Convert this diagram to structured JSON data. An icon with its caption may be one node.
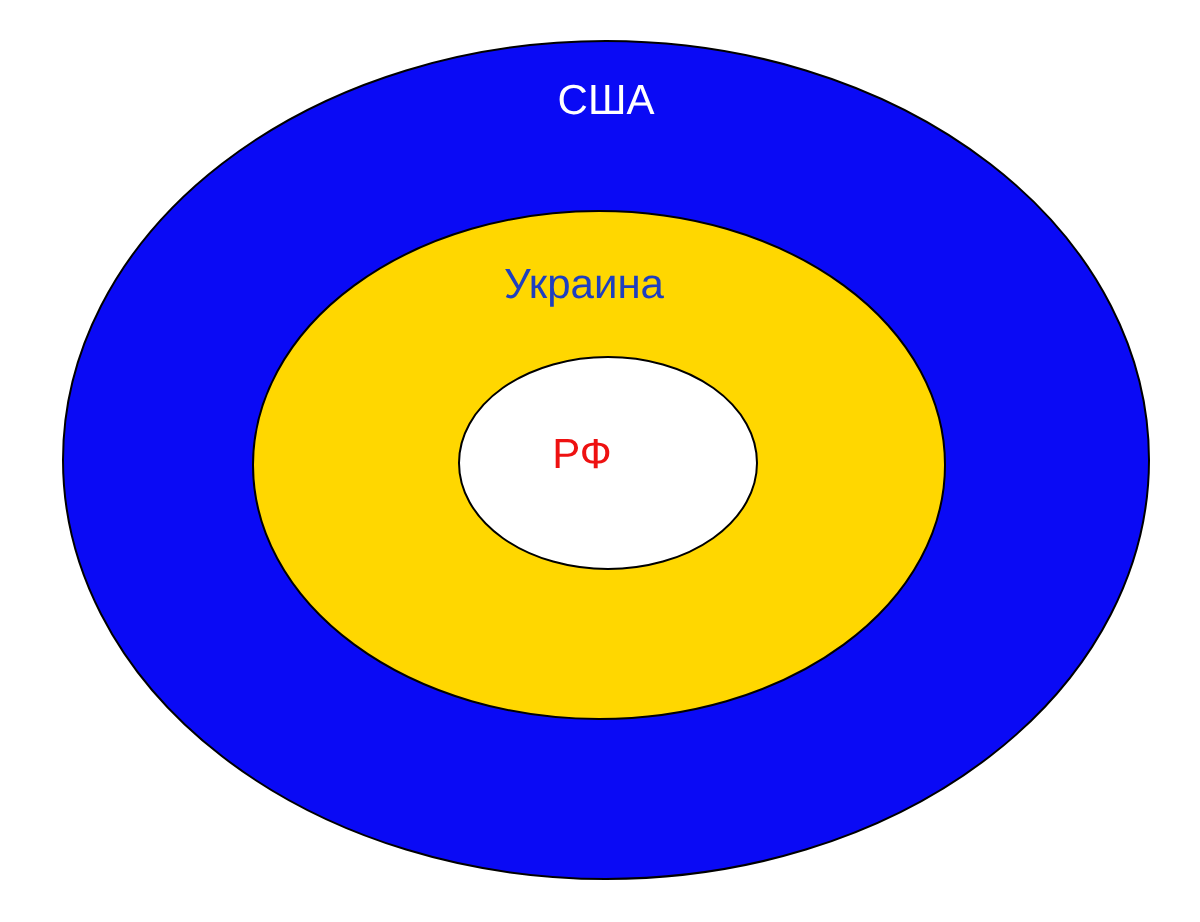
{
  "diagram": {
    "nodes": [
      {
        "text": [
          "США"
        ]
      },
      {
        "text": [
          "Украина"
        ],
        "in": 0
      },
      {
        "text": [
          "РФ"
        ],
        "in": 1
      }
    ]
  }
}
